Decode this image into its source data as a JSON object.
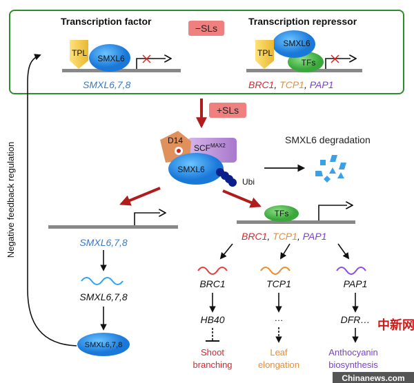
{
  "top_box": {
    "left_title": "Transcription factor",
    "right_title": "Transcription repressor",
    "condition": "−SLs",
    "tpl": "TPL",
    "smxl6": "SMXL6",
    "tfs": "TFs",
    "left_gene": "SMXL6,7,8",
    "right_genes": [
      "BRC1",
      "TCP1",
      "PAP1"
    ]
  },
  "middle": {
    "condition": "+SLs",
    "d14": "D14",
    "scf": "SCF",
    "scf_sup": "MAX2",
    "smxl6": "SMXL6",
    "ubi": "Ubi",
    "degradation": "SMXL6 degradation"
  },
  "left_branch": {
    "gene": "SMXL6,7,8",
    "transcript": "SMXL6,7,8",
    "protein": "SMXL6,7,8"
  },
  "right_branch": {
    "tfs": "TFs",
    "genes": [
      "BRC1",
      "TCP1",
      "PAP1"
    ],
    "columns": [
      {
        "transcript": "BRC1",
        "target": "HB40",
        "outcome": [
          "Shoot",
          "branching"
        ],
        "color": "#d8262e"
      },
      {
        "transcript": "TCP1",
        "target": "…",
        "outcome": [
          "Leaf",
          "elongation"
        ],
        "color": "#ef8a2e"
      },
      {
        "transcript": "PAP1",
        "target": "DFR…",
        "outcome": [
          "Anthocyanin",
          "biosynthesis"
        ],
        "color": "#7a3fd0"
      }
    ]
  },
  "feedback_label": "Negative feedback regulation",
  "watermark": {
    "logo": "中新网",
    "site": "Chinanews.com"
  },
  "colors": {
    "blue_gene": "#3a78c9",
    "red_arrow": "#b01c1c",
    "green_border": "#2e8b2e",
    "pink_box": "#f08080"
  }
}
